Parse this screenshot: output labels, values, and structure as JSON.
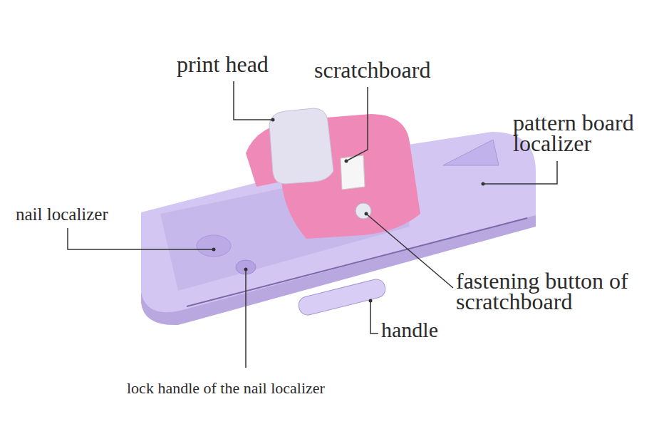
{
  "diagram": {
    "labels": [
      "print head",
      "scratchboard",
      "pattern board localizer",
      "nail localizer",
      "fastening button of scratchboard",
      "handle",
      "lock handle of the nail localizer"
    ]
  }
}
